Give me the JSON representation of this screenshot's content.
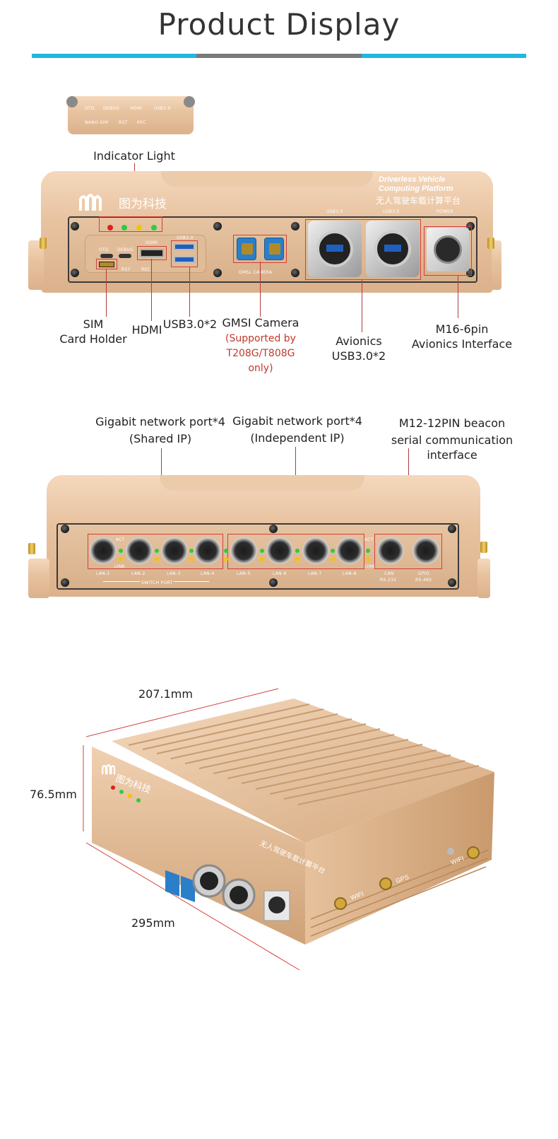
{
  "header": {
    "title": "Product Display",
    "bar_colors": [
      "#20b6e0",
      "#7a7a7a",
      "#20b6e0"
    ]
  },
  "front_panel": {
    "top_strip_labels": [
      "OTG",
      "DEBUG",
      "HDMI",
      "USB3.0",
      "NANO-SIM",
      "RST",
      "REC"
    ],
    "brand_cn": "图为科技",
    "platform_en_1": "Driverless Vehicle",
    "platform_en_2": "Computing Platform",
    "platform_cn": "无人驾驶车载计算平台",
    "port_labels": {
      "otg": "OTG",
      "debug": "DEBUG",
      "hdmi": "HDMI",
      "usb": "USB3.0",
      "gmsl": "GMSL CAMERA",
      "usb_a": "USB3.0",
      "usb_b": "USB3.0",
      "power": "POWER",
      "rst": "RST",
      "rec": "REC"
    },
    "callouts": {
      "indicator": "Indicator Light",
      "sim_1": "SIM",
      "sim_2": "Card Holder",
      "hdmi": "HDMI",
      "usb": "USB3.0*2",
      "gmsi": "GMSI Camera",
      "gmsi_note_1": "(Supported by",
      "gmsi_note_2": "T208G/T808G only)",
      "avionics_usb_1": "Avionics",
      "avionics_usb_2": "USB3.0*2",
      "m16_1": "M16-6pin",
      "m16_2": "Avionics Interface"
    }
  },
  "rear_panel": {
    "callouts": {
      "shared_1": "Gigabit network port*4",
      "shared_2": "(Shared IP)",
      "indep_1": "Gigabit network port*4",
      "indep_2": "(Independent IP)",
      "m12_1": "M12-12PIN beacon",
      "m12_2": "serial communication interface"
    },
    "lan_labels": [
      "LAN-1",
      "LAN-2",
      "LAN-3",
      "LAN-4",
      "LAN-5",
      "LAN-6",
      "LAN-7",
      "LAN-8"
    ],
    "serial_labels": [
      "CAN",
      "GPIO"
    ],
    "serial_sub": [
      "RS-232",
      "RS-485"
    ],
    "switch_port": "SWITCH PORT",
    "act": "ACT",
    "link": "LINK"
  },
  "iso_view": {
    "width": "207.1mm",
    "height": "76.5mm",
    "depth": "295mm",
    "antenna_labels": [
      "WIFI",
      "GPS",
      "WIFI"
    ],
    "brand_cn": "图为科技",
    "platform_cn": "无人驾驶车载计算平台"
  },
  "colors": {
    "callout_red": "#d2403a",
    "note_red": "#c0392b",
    "led_red": "#e02020",
    "led_green": "#2ecc40",
    "led_yellow": "#f5c400",
    "connector_blue": "#2a7fc9"
  }
}
